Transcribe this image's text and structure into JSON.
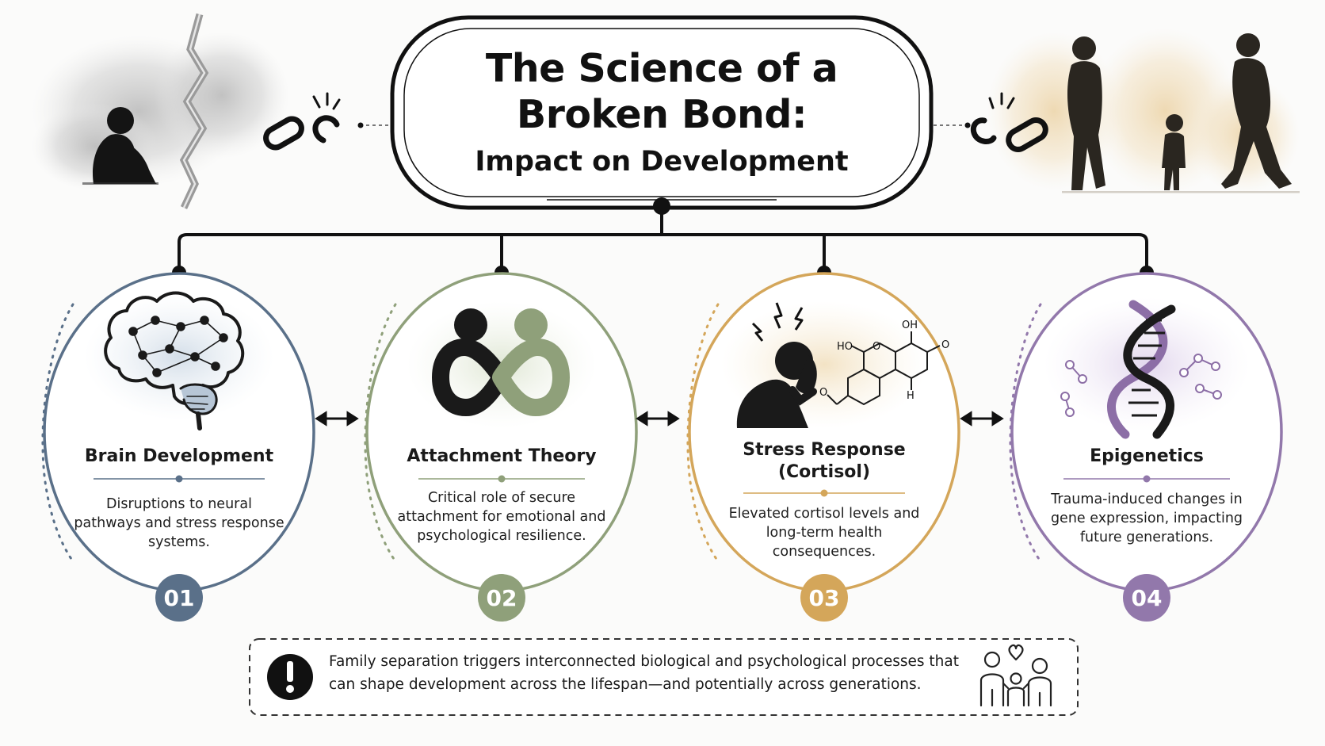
{
  "title": {
    "main": "The Science of a Broken Bond:",
    "subtitle": "Impact on Development"
  },
  "cards": [
    {
      "number": "01",
      "title": "Brain Development",
      "description": "Disruptions to neural pathways and stress response systems.",
      "icon": "brain-icon",
      "color": "#5a7089"
    },
    {
      "number": "02",
      "title": "Attachment Theory",
      "description": "Critical role of secure attachment for emotional and psychological resilience.",
      "icon": "attachment-infinity-icon",
      "color": "#8fa07a"
    },
    {
      "number": "03",
      "title": "Stress Response (Cortisol)",
      "description": "Elevated cortisol levels and long-term health consequences.",
      "icon": "stressed-person-molecule-icon",
      "color": "#d4a65a"
    },
    {
      "number": "04",
      "title": "Epigenetics",
      "description": "Trauma-induced changes in gene expression, impacting future generations.",
      "icon": "dna-icon",
      "color": "#9278ab"
    }
  ],
  "molecule_labels": [
    "OH",
    "HO",
    "O",
    "O",
    "O",
    "H"
  ],
  "footer": {
    "text": "Family separation triggers interconnected biological and psychological processes that can shape development across the lifespan—and potentially across generations.",
    "icon": "exclamation-icon",
    "family_icon": "family-heart-icon"
  },
  "decorations": {
    "left": "sitting-child-cracked-wall-icon",
    "right": "walking-family-silhouette-icon",
    "chain": "broken-chain-icon"
  }
}
